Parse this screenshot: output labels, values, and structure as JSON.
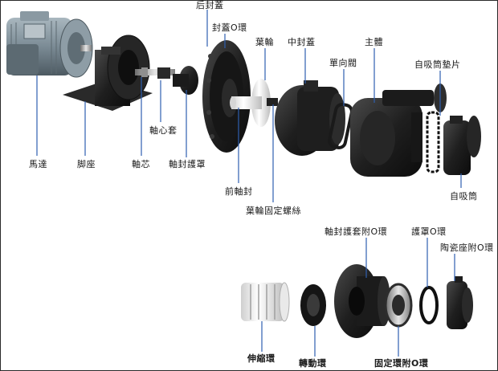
{
  "labels": {
    "motor": "馬達",
    "base": "脚座",
    "shaft": "軸芯",
    "shaft_sleeve": "軸心套",
    "seal_guard": "軸封護罩",
    "rear_cover": "后封蓋",
    "cover_oring": "封蓋O環",
    "front_seal": "前軸封",
    "impeller": "葉輪",
    "impeller_screw": "葉輪固定螺絲",
    "middle_cover": "中封蓋",
    "check_valve": "單向閥",
    "main_body": "主體",
    "priming_gasket": "自吸筒墊片",
    "priming_cylinder": "自吸筒",
    "seal_sleeve_oring": "軸封護套附O環",
    "guard_oring": "護罩O環",
    "ceramic_seat_oring": "陶瓷座附O環",
    "bellows": "伸縮環",
    "drive_ring": "轉動環",
    "fixed_ring_oring": "固定環附O環"
  },
  "colors": {
    "leader": "#2f5fb0",
    "part_dark": "#1c1c1c",
    "motor_body": "#7d8e98",
    "bellows": "#f2f2f2"
  }
}
